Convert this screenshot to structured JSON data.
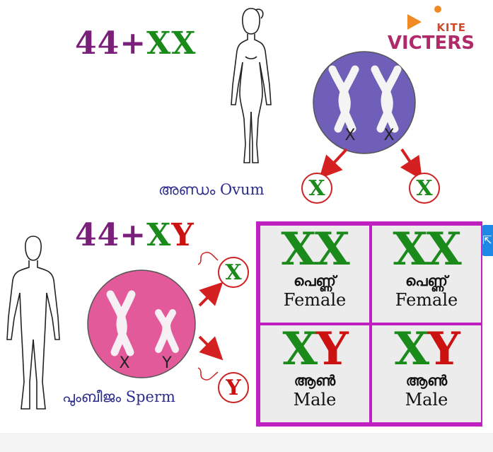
{
  "logo": {
    "small": "KITE",
    "large": "VICTERS"
  },
  "female": {
    "karyotype": {
      "autosomes": "44+",
      "sex1": "X",
      "sex2": "X"
    },
    "chromosome_labels": [
      "X",
      "X"
    ],
    "gamete_label": "അണ്ഡം Ovum",
    "gametes": [
      "X",
      "X"
    ]
  },
  "male": {
    "karyotype": {
      "autosomes": "44+",
      "sex1": "X",
      "sex2": "Y"
    },
    "chromosome_labels": [
      "X",
      "Y"
    ],
    "gamete_label": "പുംബീജം Sperm",
    "gametes": [
      "X",
      "Y"
    ]
  },
  "punnett": [
    {
      "a": "X",
      "b": "X",
      "ml": "പെണ്ണ്",
      "en": "Female"
    },
    {
      "a": "X",
      "b": "X",
      "ml": "പെണ്ണ്",
      "en": "Female"
    },
    {
      "a": "X",
      "b": "Y",
      "ml": "ആൺ",
      "en": "Male"
    },
    {
      "a": "X",
      "b": "Y",
      "ml": "ആൺ",
      "en": "Male"
    }
  ],
  "colors": {
    "autosome": "#7a1f7a",
    "x_chromosome": "#1a8a1a",
    "y_chromosome": "#cc1111",
    "ovum_cell": "#6f5fb8",
    "sperm_cell": "#e35a9a",
    "grid_border": "#c020c0",
    "label_blue": "#2c2c8c"
  }
}
